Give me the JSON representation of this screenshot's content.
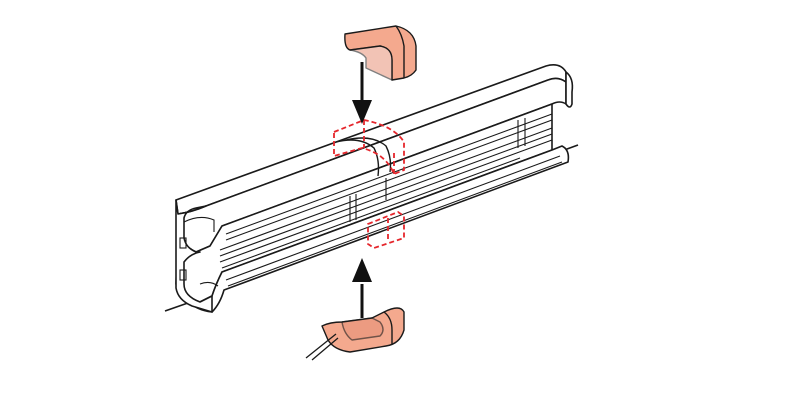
{
  "diagram": {
    "kind": "assembly-illustration",
    "colors": {
      "line": "#1a1a1a",
      "clip_fill": "#f4a98e",
      "clip_stroke": "#1a1a1a",
      "joint_marker": "#e5262c",
      "arrow": "#111111",
      "background": "#ffffff"
    },
    "parts": [
      {
        "id": "trunking-body",
        "icon": "cable-trunking"
      },
      {
        "id": "top-joint-clip",
        "icon": "joint-cover-clip"
      },
      {
        "id": "bottom-joint-clip",
        "icon": "joint-cover-clip"
      }
    ],
    "annotations": {
      "top_arrow_direction": "down",
      "bottom_arrow_direction": "up"
    }
  }
}
